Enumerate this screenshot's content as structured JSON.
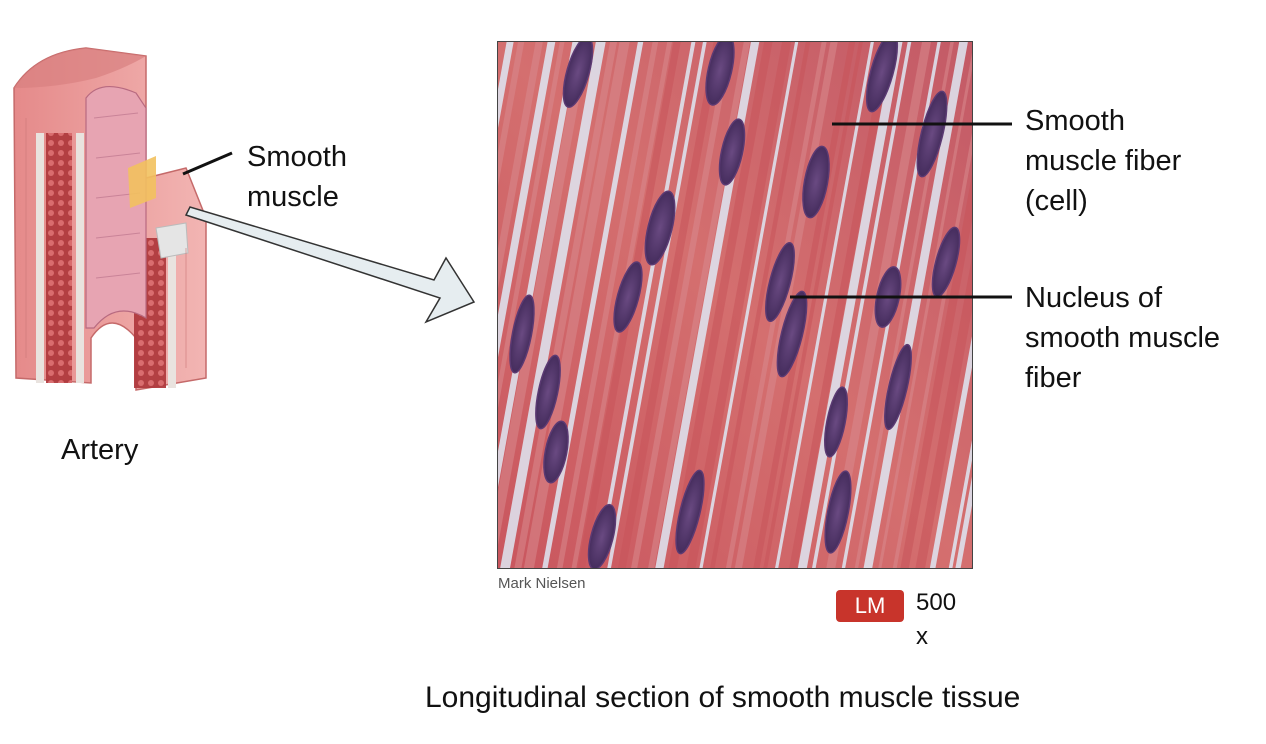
{
  "artery": {
    "name_label": "Artery",
    "layer_label": [
      "Smooth",
      "muscle"
    ]
  },
  "micrograph": {
    "credit": "Mark Nielsen",
    "fiber_label": [
      "Smooth",
      "muscle fiber",
      "(cell)"
    ],
    "nucleus_label": [
      "Nucleus of",
      "smooth muscle",
      "fiber"
    ]
  },
  "magnification": {
    "badge": "LM",
    "value": "500",
    "unit": "x"
  },
  "caption": "Longitudinal section of smooth muscle tissue",
  "colors": {
    "tissue_red": "#c8545a",
    "fiber_pink": "#d98a8e",
    "nucleus_purple": "#5b3a73",
    "connective_blue": "#dfe8f4",
    "badge_red": "#c8342b"
  }
}
